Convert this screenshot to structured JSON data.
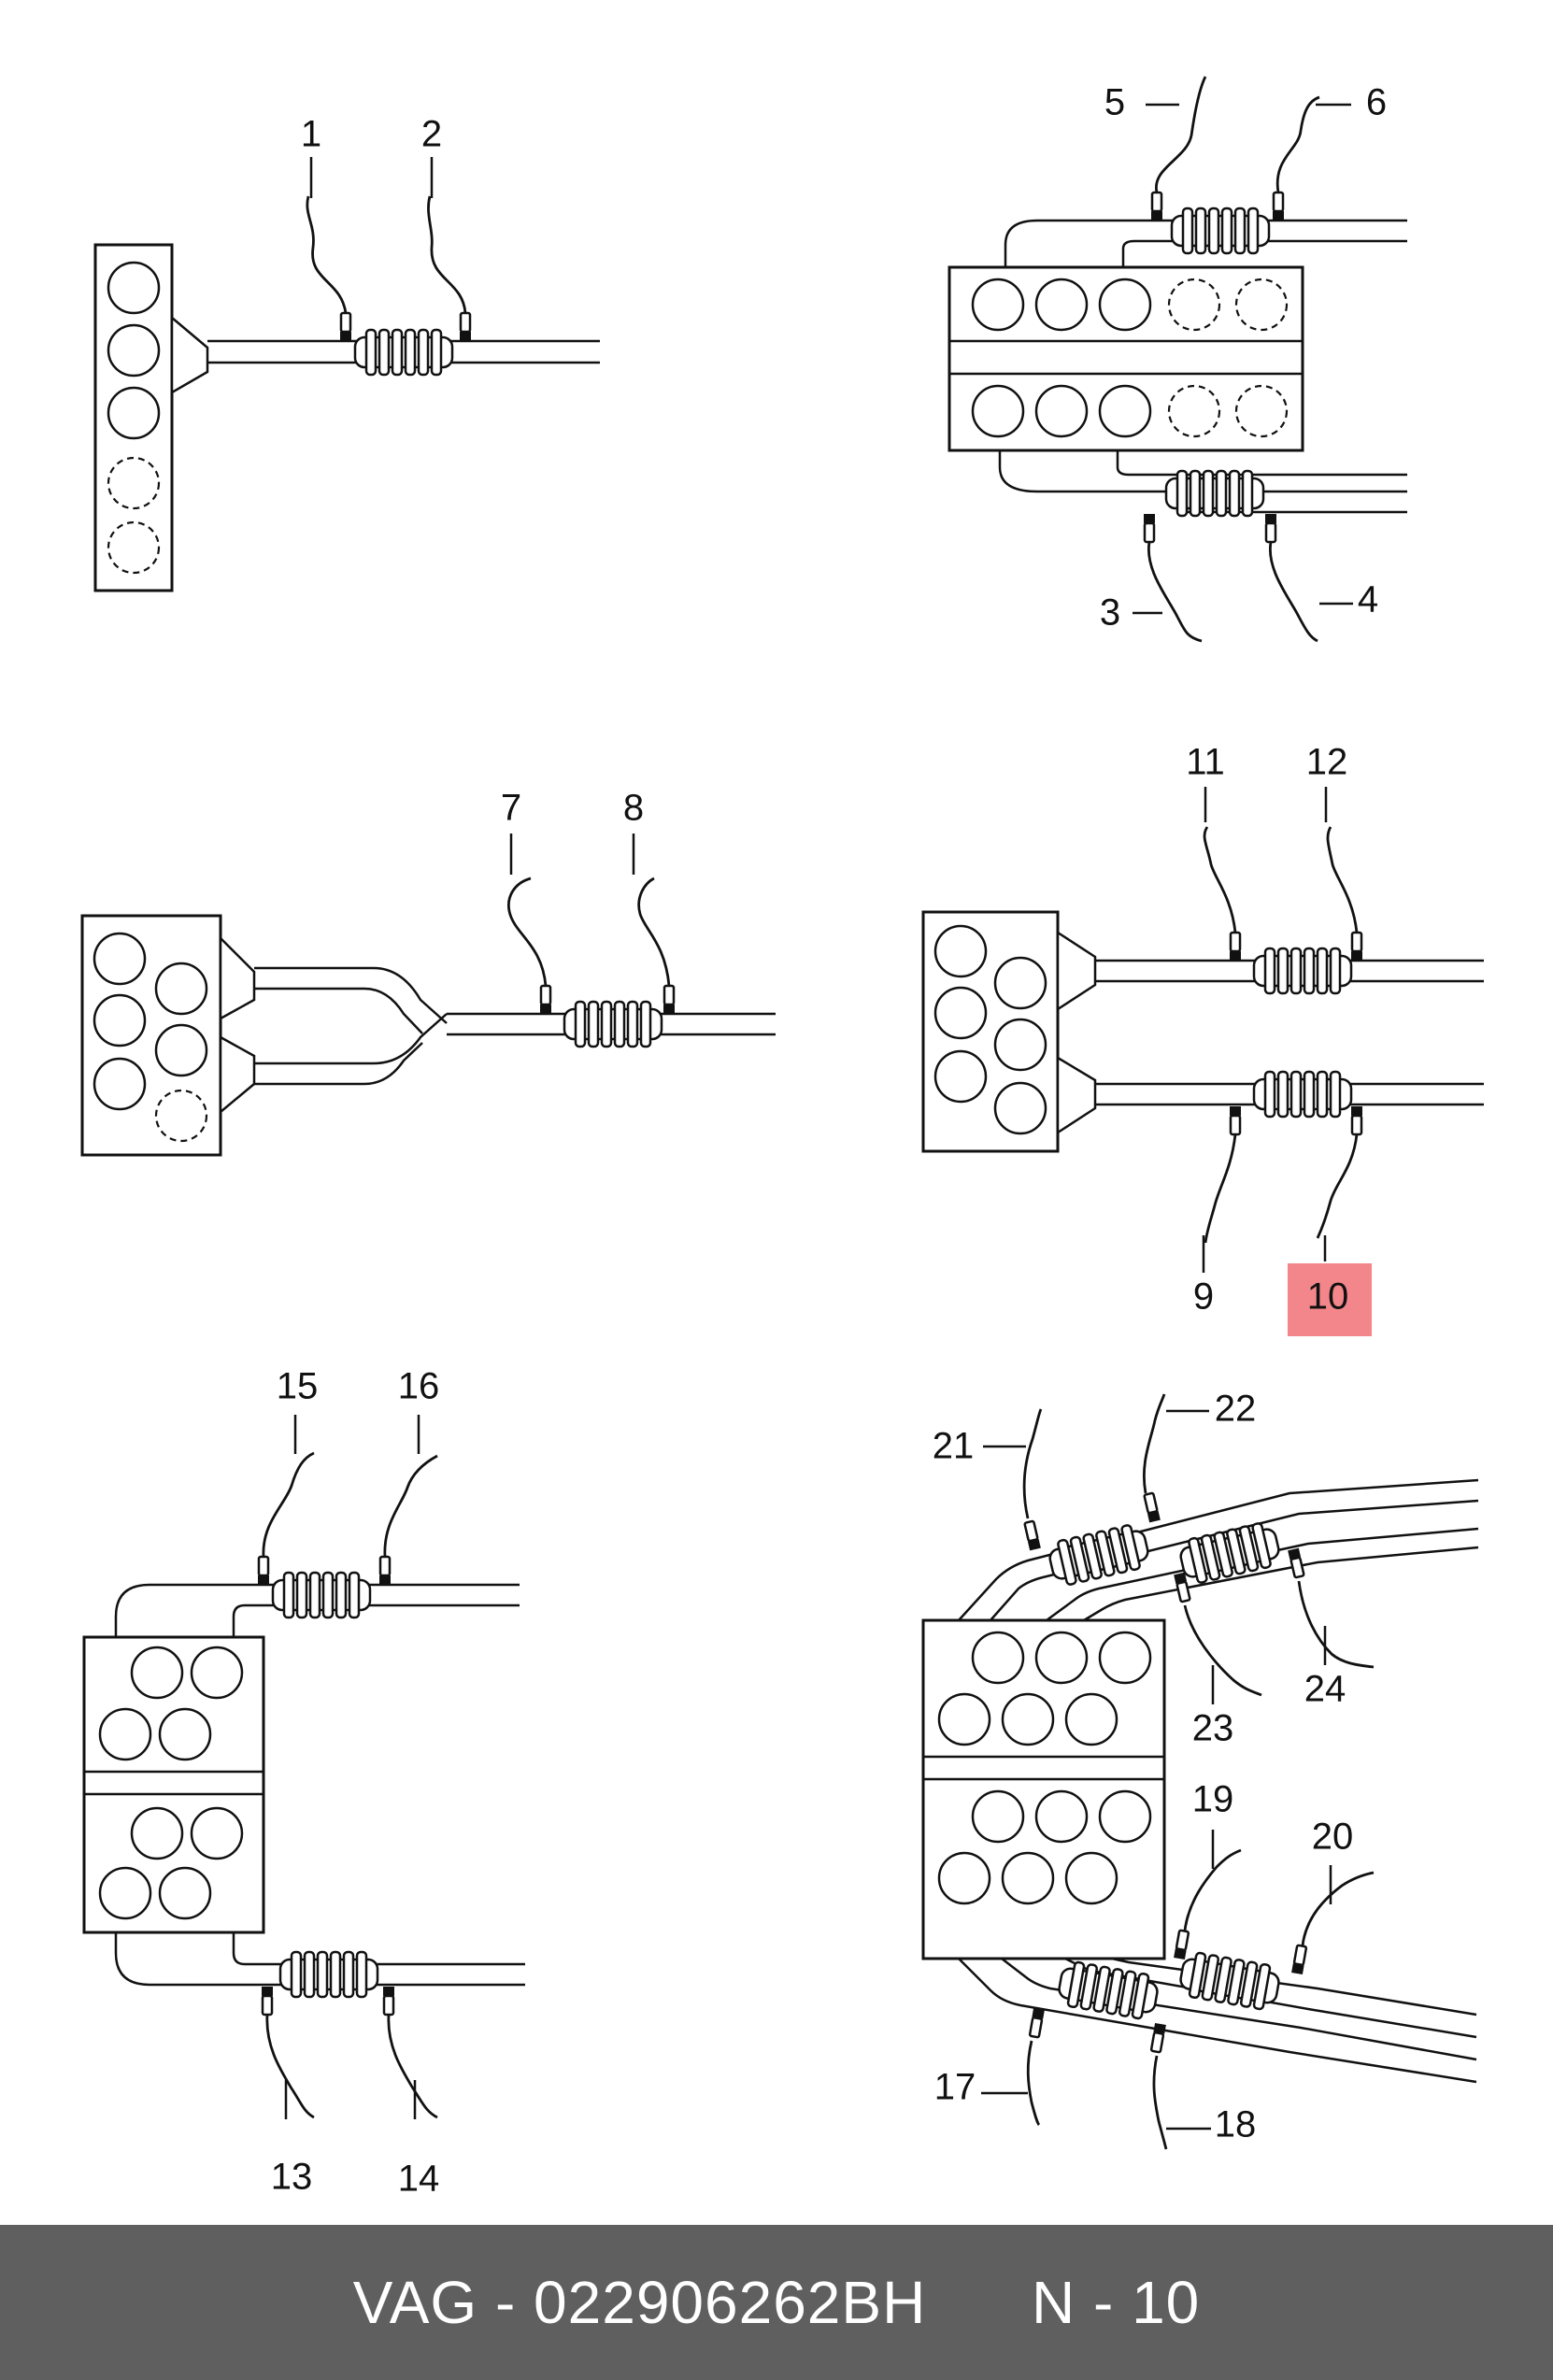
{
  "footer": {
    "brand": "VAG",
    "separator": "-",
    "part_number": "022906262BH",
    "position_code": "N - 10"
  },
  "callouts": [
    "1",
    "2",
    "3",
    "4",
    "5",
    "6",
    "7",
    "8",
    "9",
    "10",
    "11",
    "12",
    "13",
    "14",
    "15",
    "16",
    "17",
    "18",
    "19",
    "20",
    "21",
    "22",
    "23",
    "24"
  ],
  "highlighted_callout": "10",
  "colors": {
    "highlight": "#f2868a",
    "footer_background": "#5f5f5f",
    "footer_text": "#ffffff",
    "line": "#111111"
  }
}
